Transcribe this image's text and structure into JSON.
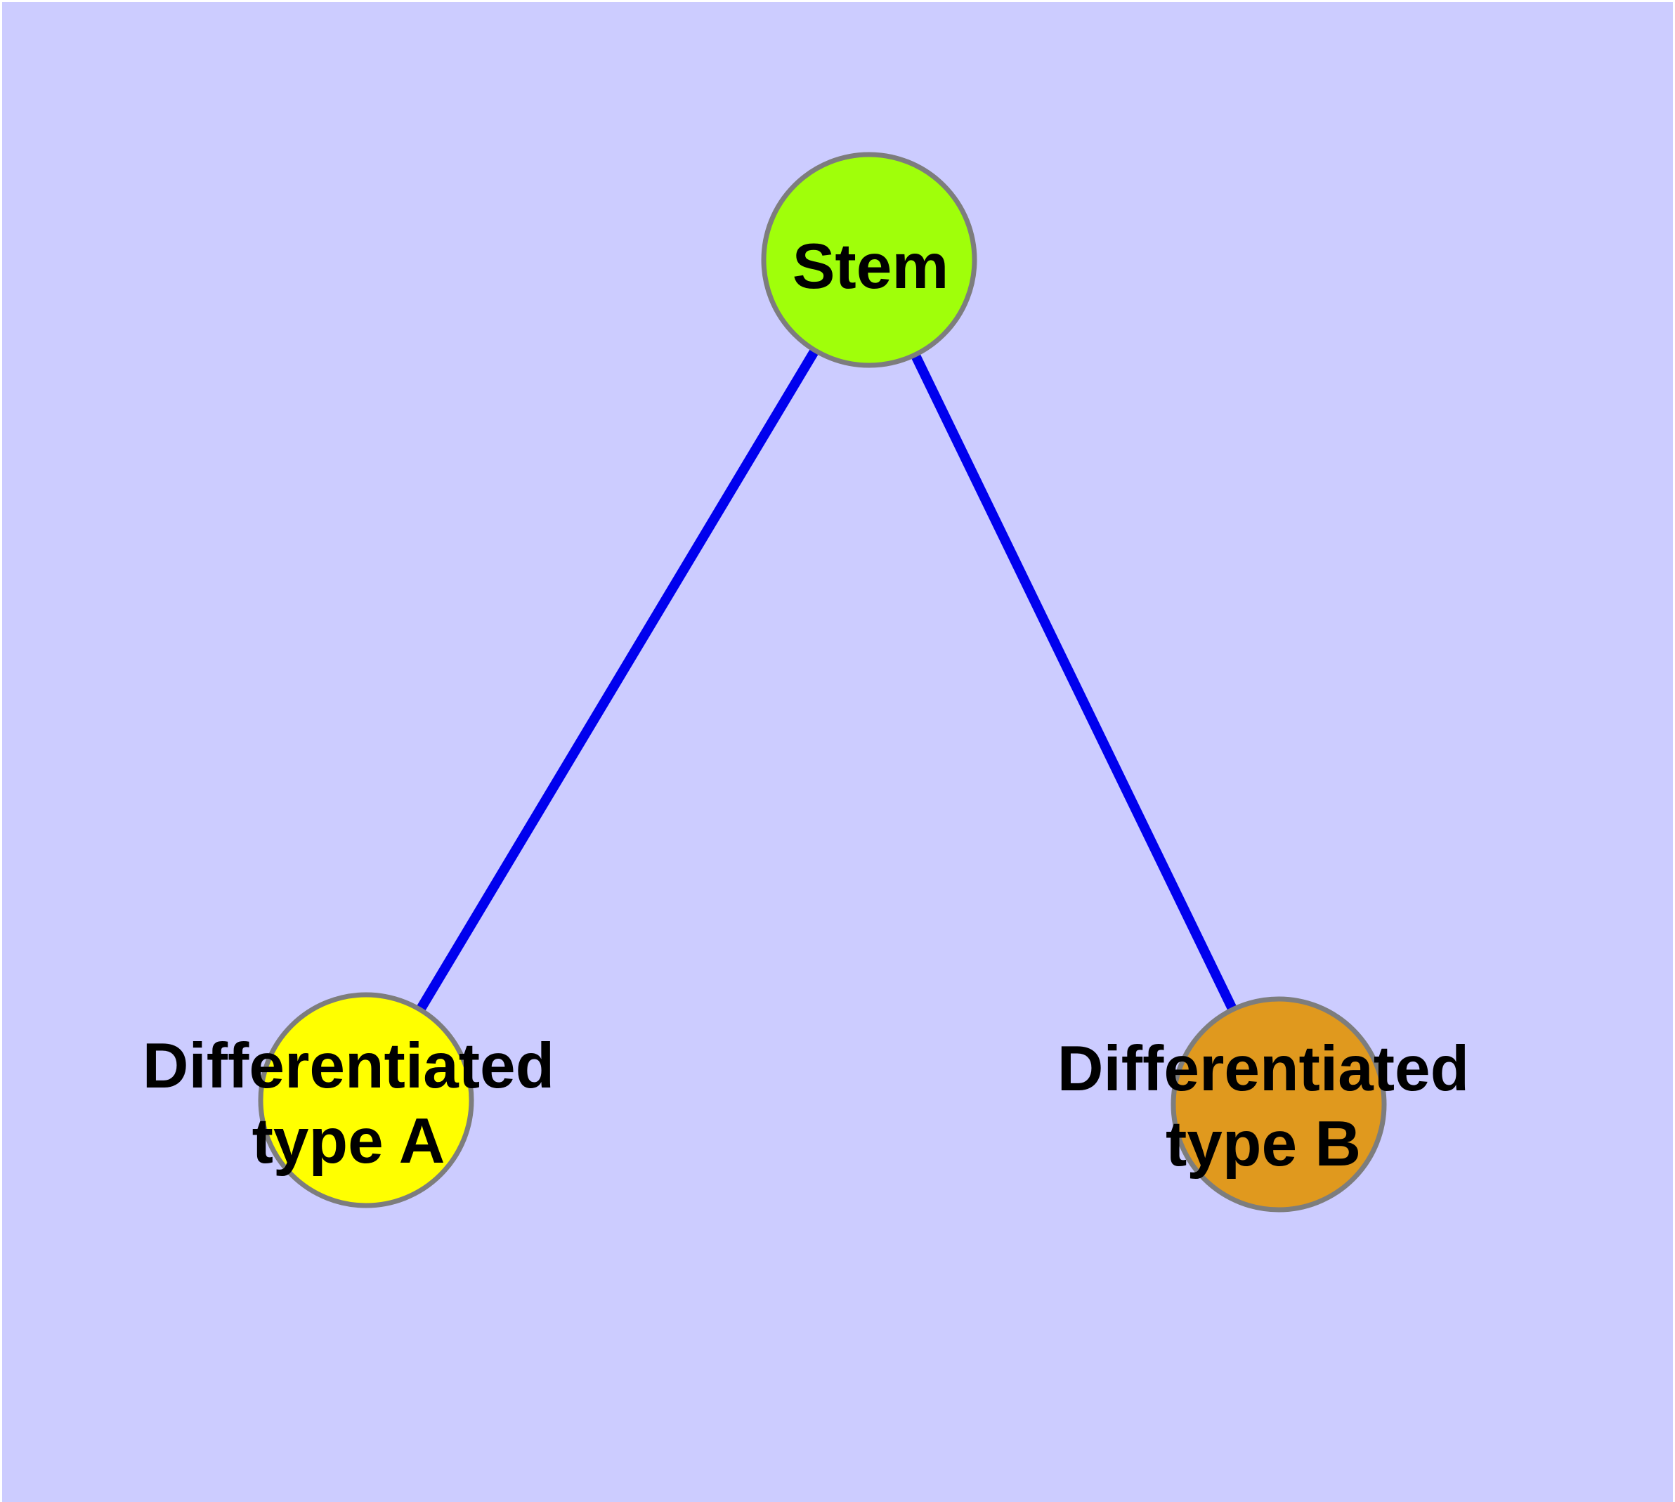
{
  "colors": {
    "background": "#CCCCFF",
    "page_margin": "#FFFFFF",
    "edge": "#0000EE",
    "node_border": "#7D7D7D",
    "label_text": "#000000"
  },
  "nodes": [
    {
      "id": "stem",
      "label": "Stem",
      "label_line1": "Stem",
      "label_line2": "",
      "fill": "#A0FF0A"
    },
    {
      "id": "type-a",
      "label": "Differentiated type A",
      "label_line1": "Differentiated",
      "label_line2": "type A",
      "fill": "#FFFF00"
    },
    {
      "id": "type-b",
      "label": "Differentiated type B",
      "label_line1": "Differentiated",
      "label_line2": "type B",
      "fill": "#E0991E"
    }
  ],
  "edges": [
    {
      "from": "Stem",
      "to": "Differentiated type A"
    },
    {
      "from": "Stem",
      "to": "Differentiated type B"
    }
  ]
}
